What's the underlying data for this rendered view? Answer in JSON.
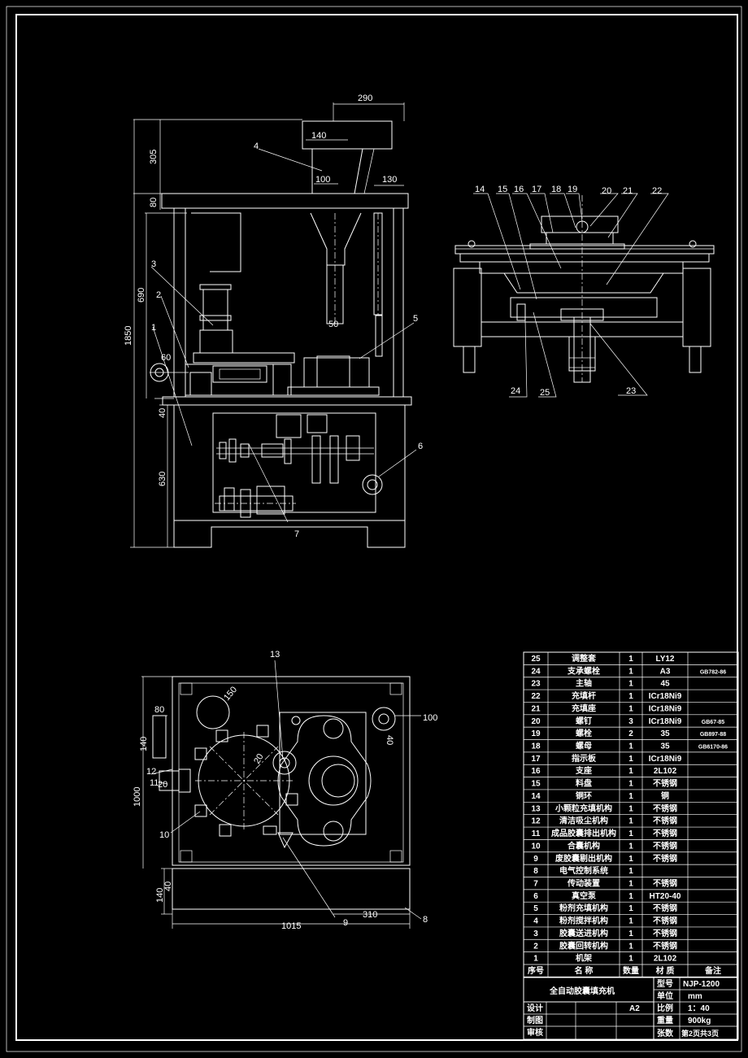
{
  "front_view": {
    "dims": {
      "top_width": "290",
      "hopper_width": "140",
      "hopper_neck": "100",
      "side_width": "130",
      "height_305": "305",
      "height_80": "80",
      "height_690": "690",
      "height_total": "1850",
      "dia_60": "60",
      "dim_50": "50",
      "height_40": "40",
      "height_630": "630"
    },
    "callouts": [
      "1",
      "2",
      "3",
      "4",
      "5",
      "6",
      "7"
    ]
  },
  "side_view": {
    "callouts_top": [
      "14",
      "15",
      "16",
      "17",
      "18",
      "19",
      "20",
      "21",
      "22"
    ],
    "callouts_bottom": [
      "24",
      "25",
      "23"
    ]
  },
  "plan_view": {
    "dims": {
      "r150": "150",
      "d80": "80",
      "d140": "140",
      "d20": "20",
      "d100": "100",
      "d40": "40",
      "r20": "20",
      "h1000": "1000",
      "h140": "140",
      "h40": "40",
      "w310": "310",
      "w1015": "1015"
    },
    "callouts": [
      "13",
      "12",
      "11",
      "10",
      "9",
      "8"
    ]
  },
  "parts_list": [
    {
      "no": "25",
      "name": "调整套",
      "qty": "1",
      "material": "LY12",
      "note": ""
    },
    {
      "no": "24",
      "name": "支承螺栓",
      "qty": "1",
      "material": "A3",
      "note": "GB782-86"
    },
    {
      "no": "23",
      "name": "主轴",
      "qty": "1",
      "material": "45",
      "note": ""
    },
    {
      "no": "22",
      "name": "充填杆",
      "qty": "1",
      "material": "ICr18Ni9",
      "note": ""
    },
    {
      "no": "21",
      "name": "充填座",
      "qty": "1",
      "material": "ICr18Ni9",
      "note": ""
    },
    {
      "no": "20",
      "name": "螺钉",
      "qty": "3",
      "material": "ICr18Ni9",
      "note": "GB67-85"
    },
    {
      "no": "19",
      "name": "螺栓",
      "qty": "2",
      "material": "35",
      "note": "GB897-88"
    },
    {
      "no": "18",
      "name": "螺母",
      "qty": "1",
      "material": "35",
      "note": "GB6170-86"
    },
    {
      "no": "17",
      "name": "指示板",
      "qty": "1",
      "material": "ICr18Ni9",
      "note": ""
    },
    {
      "no": "16",
      "name": "支座",
      "qty": "1",
      "material": "2L102",
      "note": ""
    },
    {
      "no": "15",
      "name": "料盘",
      "qty": "1",
      "material": "不锈钢",
      "note": ""
    },
    {
      "no": "14",
      "name": "铜环",
      "qty": "1",
      "material": "铜",
      "note": ""
    },
    {
      "no": "13",
      "name": "小颗粒充填机构",
      "qty": "1",
      "material": "不锈钢",
      "note": ""
    },
    {
      "no": "12",
      "name": "清洁吸尘机构",
      "qty": "1",
      "material": "不锈钢",
      "note": ""
    },
    {
      "no": "11",
      "name": "成品胶囊排出机构",
      "qty": "1",
      "material": "不锈钢",
      "note": ""
    },
    {
      "no": "10",
      "name": "合囊机构",
      "qty": "1",
      "material": "不锈钢",
      "note": ""
    },
    {
      "no": "9",
      "name": "废胶囊剔出机构",
      "qty": "1",
      "material": "不锈钢",
      "note": ""
    },
    {
      "no": "8",
      "name": "电气控制系统",
      "qty": "1",
      "material": "",
      "note": ""
    },
    {
      "no": "7",
      "name": "传动装置",
      "qty": "1",
      "material": "不锈钢",
      "note": ""
    },
    {
      "no": "6",
      "name": "真空泵",
      "qty": "1",
      "material": "HT20-40",
      "note": ""
    },
    {
      "no": "5",
      "name": "粉剂充填机构",
      "qty": "1",
      "material": "不锈钢",
      "note": ""
    },
    {
      "no": "4",
      "name": "粉剂搅拌机构",
      "qty": "1",
      "material": "不锈钢",
      "note": ""
    },
    {
      "no": "3",
      "name": "胶囊送进机构",
      "qty": "1",
      "material": "不锈钢",
      "note": ""
    },
    {
      "no": "2",
      "name": "胶囊回转机构",
      "qty": "1",
      "material": "不锈钢",
      "note": ""
    },
    {
      "no": "1",
      "name": "机架",
      "qty": "1",
      "material": "2L102",
      "note": ""
    }
  ],
  "parts_header": {
    "no": "序号",
    "name": "名 称",
    "qty": "数量",
    "material": "材 质",
    "note": "备注"
  },
  "title_block": {
    "title": "全自动胶囊填充机",
    "model_label": "型号",
    "model_value": "NJP-1200",
    "unit_label": "单位",
    "unit_value": "mm",
    "scale_label": "比例",
    "scale_value": "1：40",
    "weight_label": "重量",
    "weight_value": "900kg",
    "sheets_label": "张数",
    "sheets_value": "第2页共3页",
    "design_label": "设计",
    "draw_label": "制图",
    "check_label": "审核",
    "size": "A2"
  },
  "colors": {
    "background": "#000000",
    "line": "#ffffff"
  }
}
